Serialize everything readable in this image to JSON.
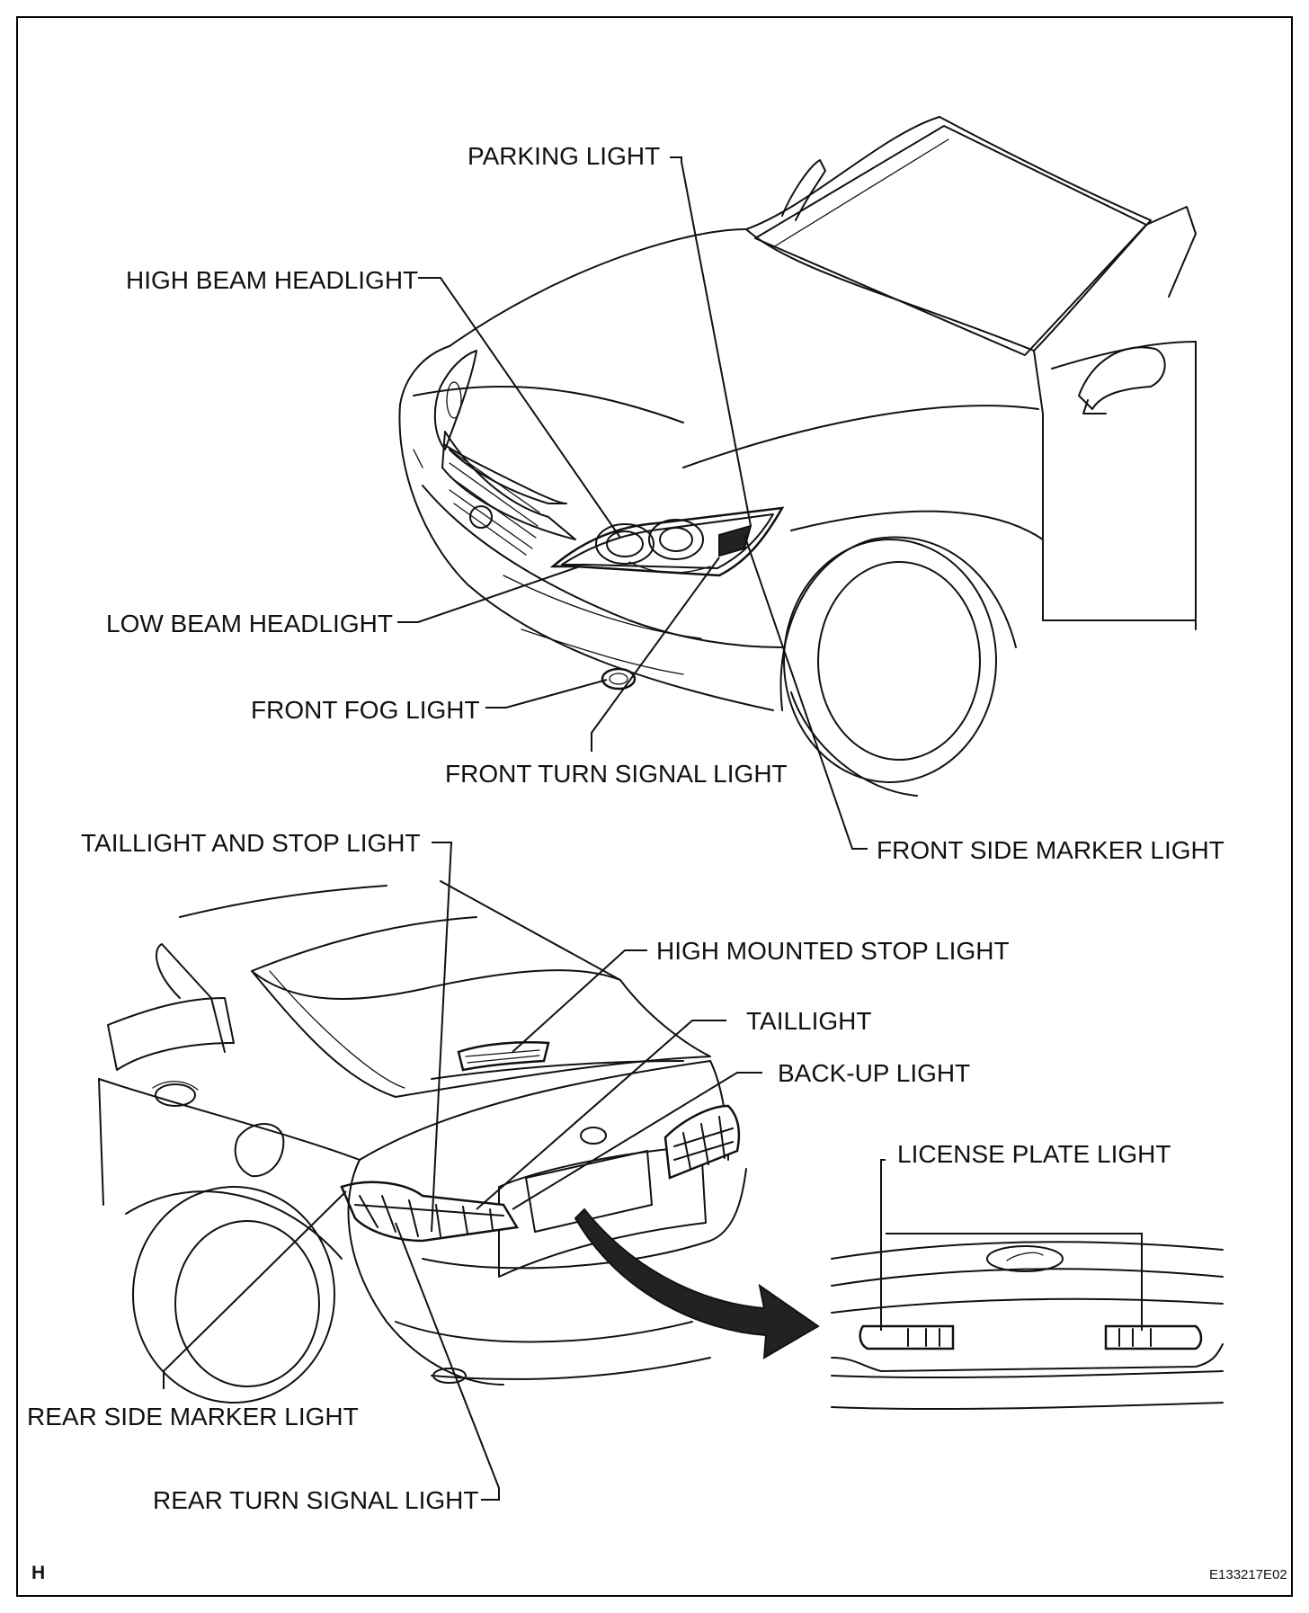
{
  "labels": {
    "parking_light": "PARKING LIGHT",
    "high_beam_headlight": "HIGH BEAM HEADLIGHT",
    "low_beam_headlight": "LOW BEAM HEADLIGHT",
    "front_fog_light": "FRONT FOG LIGHT",
    "front_turn_signal_light": "FRONT TURN SIGNAL LIGHT",
    "front_side_marker_light": "FRONT SIDE MARKER LIGHT",
    "taillight_and_stop_light": "TAILLIGHT AND STOP LIGHT",
    "high_mounted_stop_light": "HIGH MOUNTED STOP LIGHT",
    "taillight": "TAILLIGHT",
    "back_up_light": "BACK-UP LIGHT",
    "license_plate_light": "LICENSE PLATE LIGHT",
    "rear_side_marker_light": "REAR SIDE MARKER LIGHT",
    "rear_turn_signal_light": "REAR TURN SIGNAL LIGHT"
  },
  "corner_mark": "H",
  "figure_id": "E133217E02"
}
